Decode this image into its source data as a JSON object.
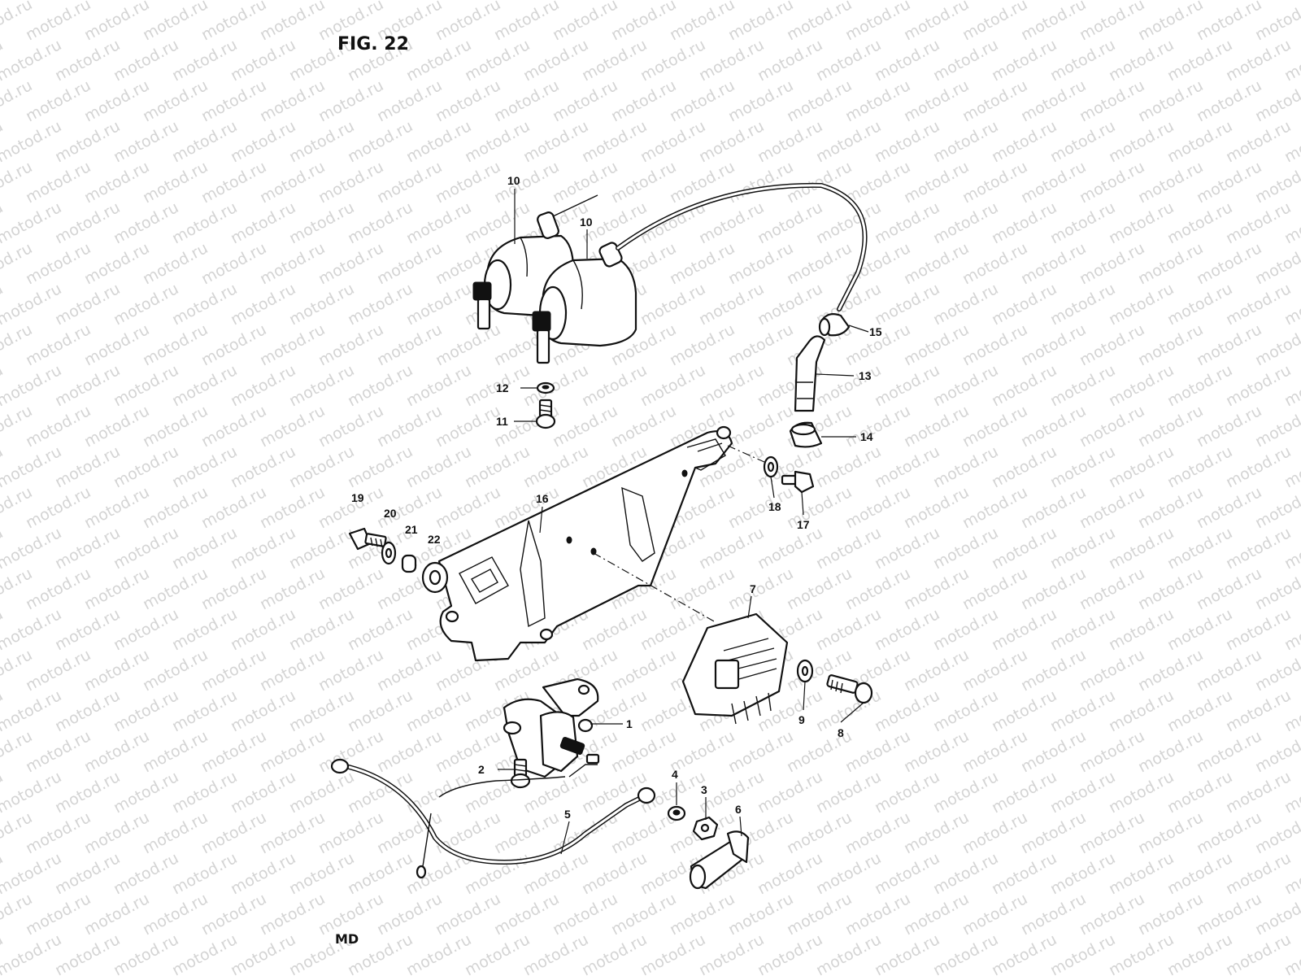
{
  "figure": {
    "title": "FIG. 22"
  },
  "watermark": {
    "text": "motod.ru"
  },
  "corner_mark": "MD",
  "callouts": [
    {
      "id": "10a",
      "label": "10"
    },
    {
      "id": "10b",
      "label": "10"
    },
    {
      "id": "15",
      "label": "15"
    },
    {
      "id": "13",
      "label": "13"
    },
    {
      "id": "12",
      "label": "12"
    },
    {
      "id": "11",
      "label": "11"
    },
    {
      "id": "14",
      "label": "14"
    },
    {
      "id": "18",
      "label": "18"
    },
    {
      "id": "17",
      "label": "17"
    },
    {
      "id": "19",
      "label": "19"
    },
    {
      "id": "20",
      "label": "20"
    },
    {
      "id": "21",
      "label": "21"
    },
    {
      "id": "22",
      "label": "22"
    },
    {
      "id": "16",
      "label": "16"
    },
    {
      "id": "7",
      "label": "7"
    },
    {
      "id": "9",
      "label": "9"
    },
    {
      "id": "8",
      "label": "8"
    },
    {
      "id": "1",
      "label": "1"
    },
    {
      "id": "2",
      "label": "2"
    },
    {
      "id": "4",
      "label": "4"
    },
    {
      "id": "3",
      "label": "3"
    },
    {
      "id": "6",
      "label": "6"
    },
    {
      "id": "5",
      "label": "5"
    }
  ]
}
